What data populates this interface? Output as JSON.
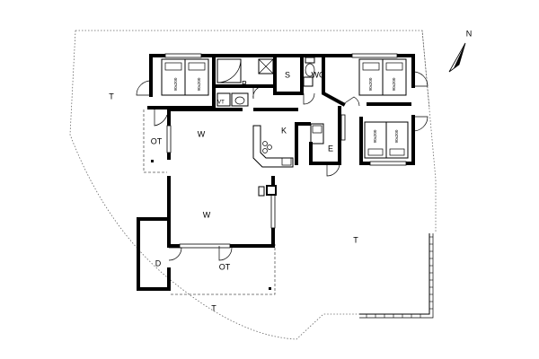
{
  "rooms": {
    "terrace_west": "T",
    "terrace_east": "T",
    "terrace_south": "T",
    "outdoor_west": "OT",
    "outdoor_south": "OT",
    "living_north": "W",
    "living_south": "W",
    "bathroom": "B",
    "sauna": "S",
    "wc": "WC",
    "kitchen": "K",
    "entry": "E",
    "depot": "D",
    "vt": "VT"
  },
  "beds": {
    "bedroom_1": [
      "90x200",
      "90x200"
    ],
    "bedroom_2": [
      "90x200",
      "90x200"
    ],
    "bedroom_3": [
      "90x200",
      "90x200"
    ]
  },
  "north": "N"
}
